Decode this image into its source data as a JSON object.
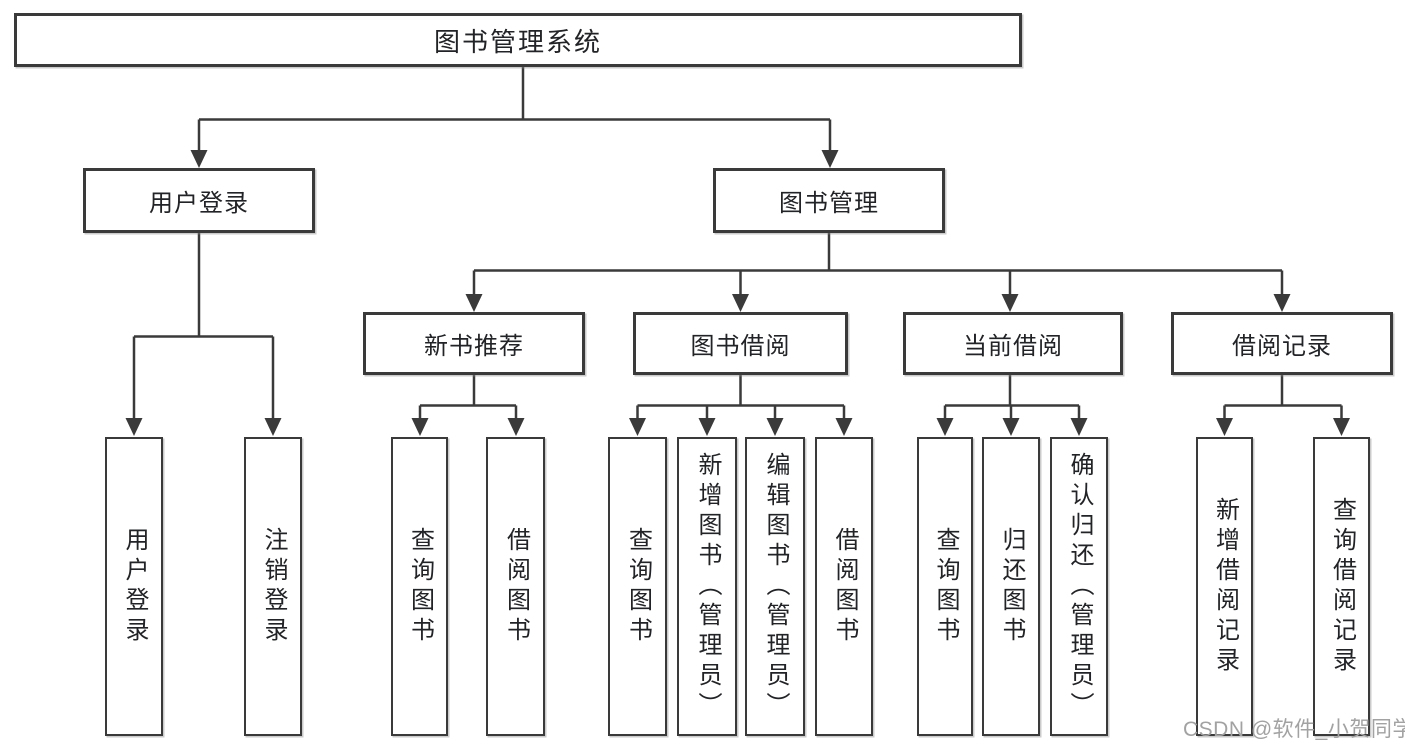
{
  "root": {
    "label": "图书管理系统"
  },
  "branches": [
    {
      "label": "用户登录",
      "children": [
        {
          "label": "用户登录"
        },
        {
          "label": "注销登录"
        }
      ]
    },
    {
      "label": "图书管理",
      "groups": [
        {
          "label": "新书推荐",
          "children": [
            {
              "label": "查询图书"
            },
            {
              "label": "借阅图书"
            }
          ]
        },
        {
          "label": "图书借阅",
          "children": [
            {
              "label": "查询图书"
            },
            {
              "label": "新增图书（管理员）"
            },
            {
              "label": "编辑图书（管理员）"
            },
            {
              "label": "借阅图书"
            }
          ]
        },
        {
          "label": "当前借阅",
          "children": [
            {
              "label": "查询图书"
            },
            {
              "label": "归还图书"
            },
            {
              "label": "确认归还（管理员）"
            }
          ]
        },
        {
          "label": "借阅记录",
          "children": [
            {
              "label": "新增借阅记录"
            },
            {
              "label": "查询借阅记录"
            }
          ]
        }
      ]
    }
  ],
  "watermark": {
    "text": "CSDN @软件_小贺同学"
  },
  "colors": {
    "line": "#3a3a3a",
    "text": "#222326",
    "box_background": "#ffffff",
    "page_background": "#ffffff",
    "watermark": "#a2a2a2"
  }
}
